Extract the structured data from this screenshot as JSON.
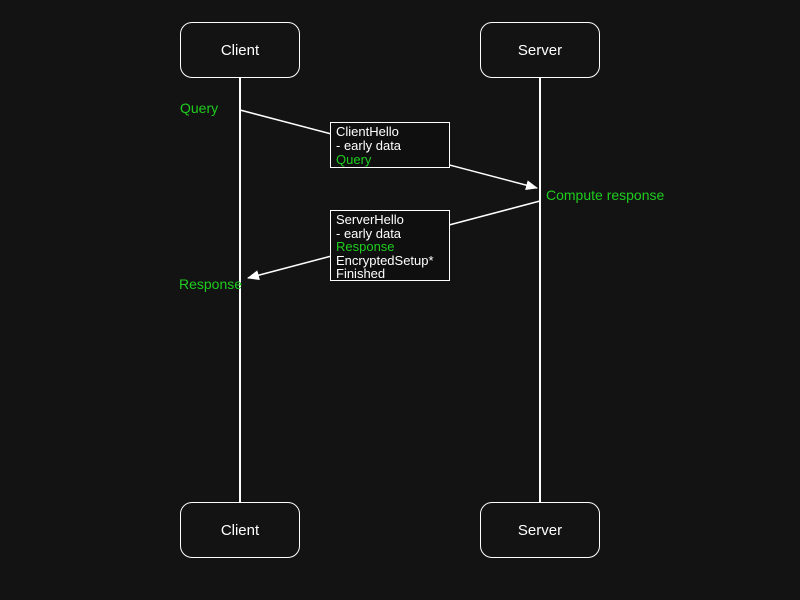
{
  "colors": {
    "background": "#131313",
    "box_fill": "#0f0f0f",
    "stroke": "#ffffff",
    "text": "#ffffff",
    "accent_green": "#1ecd1e"
  },
  "actors": {
    "client": "Client",
    "server": "Server"
  },
  "annotations": {
    "query": "Query",
    "compute_response": "Compute response",
    "response": "Response"
  },
  "messages": {
    "client_hello": {
      "lines": [
        "ClientHello",
        "- early data",
        "Query"
      ]
    },
    "server_hello": {
      "lines": [
        "ServerHello",
        "- early data",
        "Response",
        "EncryptedSetup*",
        "Finished"
      ]
    }
  }
}
